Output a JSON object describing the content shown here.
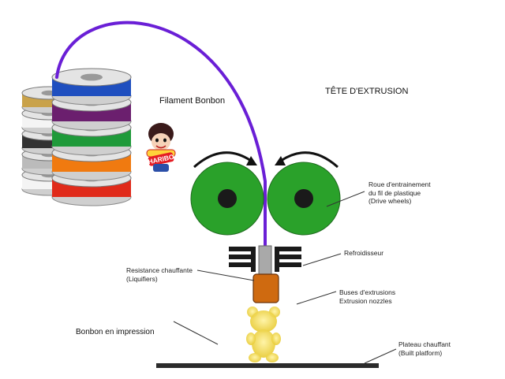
{
  "labels": {
    "filament": "Filament Bonbon",
    "head_title": "TÊTE D'EXTRUSION",
    "drive_wheel_1": "Roue d'entrainement",
    "drive_wheel_2": "du fil de plastique",
    "drive_wheel_3": "(Drive wheels)",
    "cooler": "Refroidisseur",
    "heater_1": "Resistance chauffante",
    "heater_2": "(Liquifiers)",
    "nozzle_1": "Buses d'extrusions",
    "nozzle_2": "Extrusion nozzles",
    "printing": "Bonbon en impression",
    "platform_1": "Plateau chauffant",
    "platform_2": "(Built platform)",
    "brand": "HARIBO"
  },
  "colors": {
    "filament": "#6a1fd6",
    "wheel": "#2aa12a",
    "heater": "#cf6a10",
    "bear": "#f2dc3c",
    "platform": "#2b2b2b",
    "spools": [
      "#1f4fbf",
      "#6b1f6e",
      "#1f9a3a",
      "#f07a10",
      "#e02a1a"
    ],
    "back_spools": [
      "#c9a24a",
      "#f4f4f4",
      "#333333",
      "#bbbbbb",
      "#f4f4f4"
    ]
  }
}
